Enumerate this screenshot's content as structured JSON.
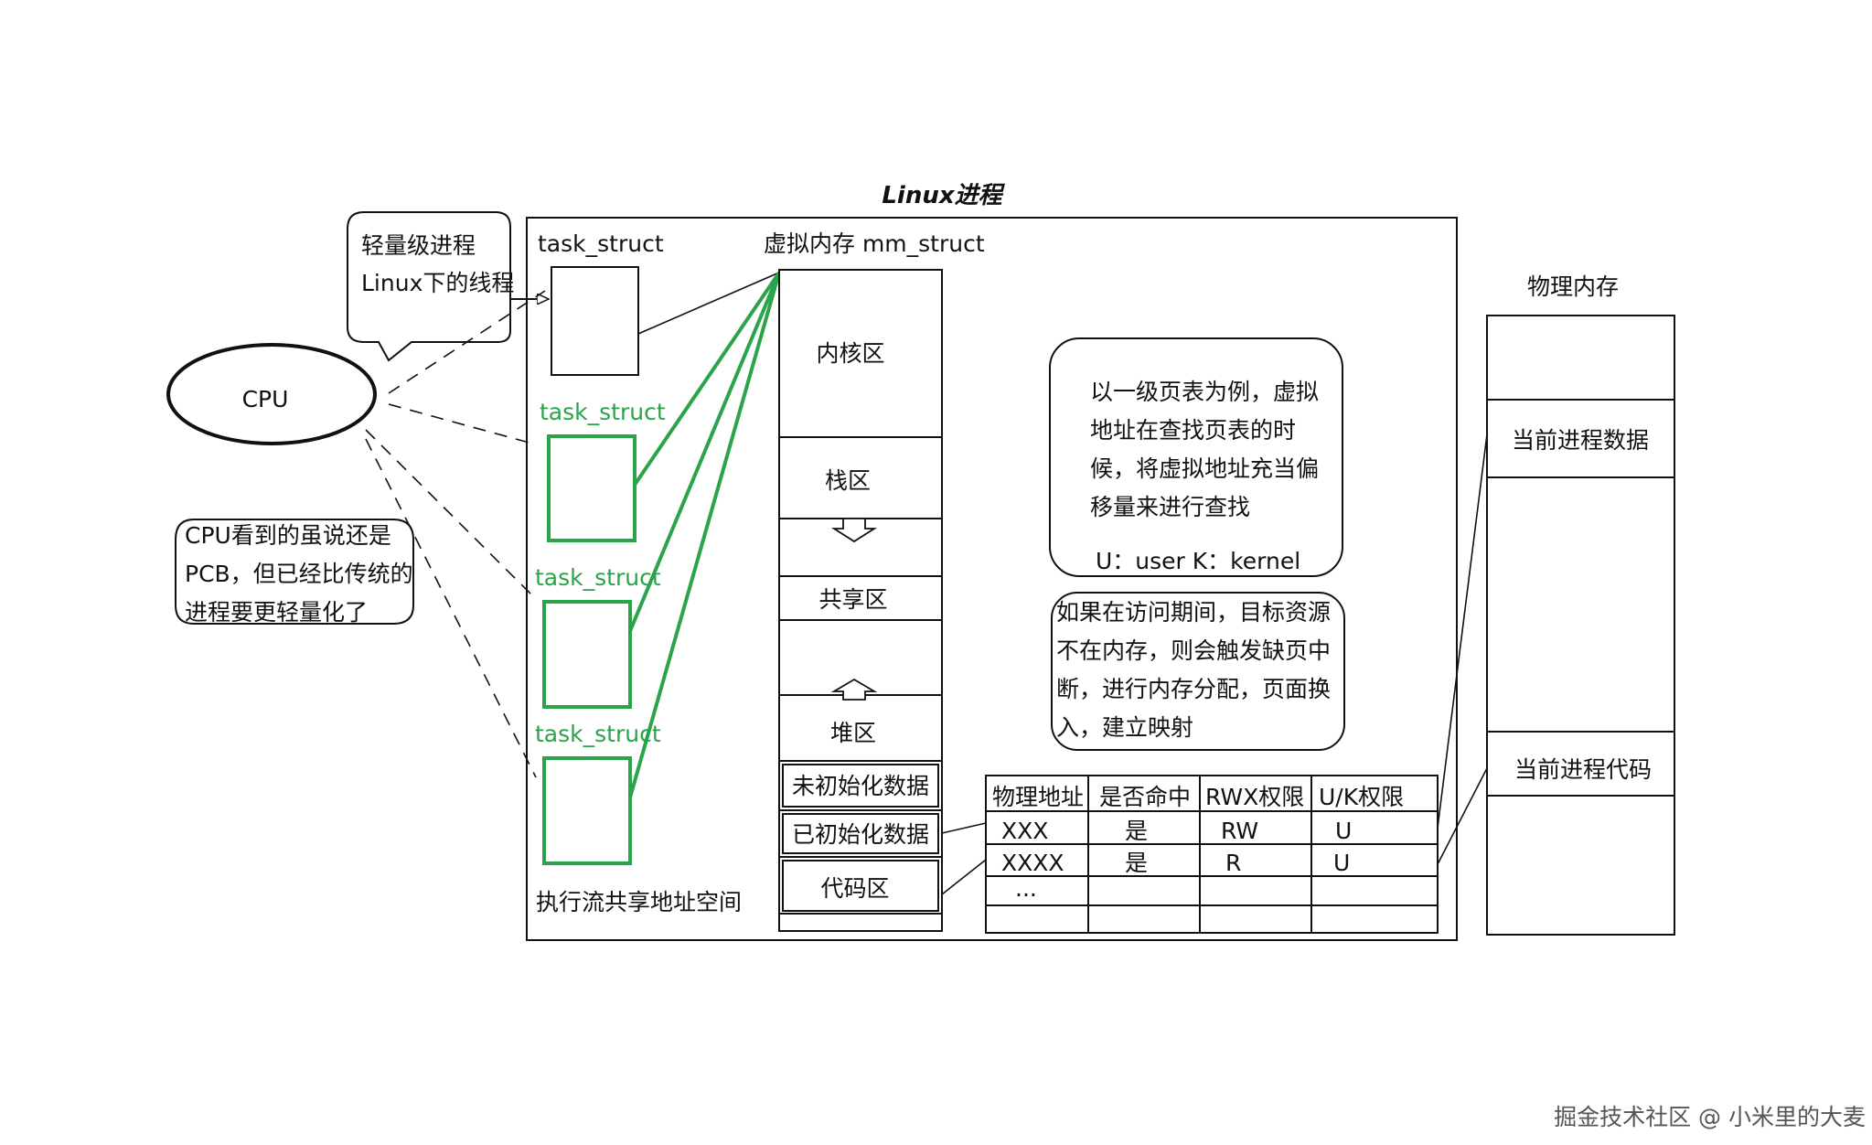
{
  "diagram": {
    "title": "Linux进程",
    "cpu_label": "CPU",
    "bubble_top": [
      "轻量级进程",
      "Linux下的线程"
    ],
    "bubble_left": [
      "CPU看到的虽说还是",
      "PCB，但已经比传统的",
      "进程要更轻量化了"
    ],
    "task_struct_main": "task_struct",
    "task_struct_threads": [
      "task_struct",
      "task_struct",
      "task_struct"
    ],
    "shared_space_label": "执行流共享地址空间",
    "mm_label": "虚拟内存 mm_struct",
    "vm_regions": [
      "内核区",
      "栈区",
      "共享区",
      "堆区",
      "未初始化数据",
      "已初始化数据",
      "代码区"
    ],
    "note1": [
      "以一级页表为例，虚拟",
      "地址在查找页表的时",
      "候，将虚拟地址充当偏",
      "移量来进行查找"
    ],
    "note1_footer": "U：user   K：kernel",
    "note2": [
      "如果在访问期间，目标资源",
      "不在内存，则会触发缺页中",
      "断，进行内存分配，页面换",
      "入，建立映射"
    ],
    "page_table": {
      "headers": [
        "物理地址",
        "是否命中",
        "RWX权限",
        "U/K权限"
      ],
      "rows": [
        [
          "XXX",
          "是",
          "RW",
          "U"
        ],
        [
          "XXXX",
          "是",
          "R",
          "U"
        ],
        [
          "...",
          "",
          "",
          ""
        ],
        [
          "",
          "",
          "",
          ""
        ]
      ]
    },
    "physical_memory_label": "物理内存",
    "phys_regions": [
      "当前进程数据",
      "当前进程代码"
    ],
    "watermark": "掘金技术社区 @ 小米里的大麦",
    "colors": {
      "thread": "#2aa34a",
      "line": "#111111",
      "background": "#ffffff"
    }
  }
}
